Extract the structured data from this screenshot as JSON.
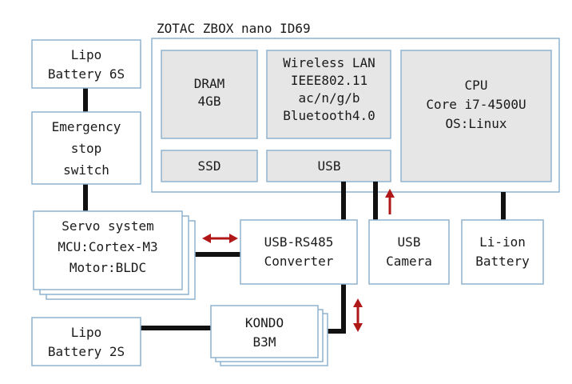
{
  "title": "ZOTAC ZBOX nano ID69",
  "blocks": {
    "lipo6s": [
      "Lipo",
      "Battery 6S"
    ],
    "estop": [
      "Emergency",
      "stop",
      "switch"
    ],
    "servo": [
      "Servo system",
      "MCU:Cortex-M3",
      "Motor:BLDC"
    ],
    "lipo2s": [
      "Lipo",
      "Battery 2S"
    ],
    "dram": [
      "DRAM",
      "4GB"
    ],
    "wlan": [
      "Wireless LAN",
      "IEEE802.11",
      "ac/n/g/b",
      "Bluetooth4.0"
    ],
    "cpu": [
      "CPU",
      "Core i7-4500U",
      "",
      "OS:Linux"
    ],
    "ssd": [
      "SSD"
    ],
    "usb": [
      "USB"
    ],
    "rs485": [
      "USB-RS485",
      "Converter"
    ],
    "camera": [
      "USB",
      "Camera"
    ],
    "liion": [
      "Li-ion",
      "Battery"
    ],
    "kondo": [
      "KONDO",
      "B3M"
    ]
  },
  "colors": {
    "border": "#8fb3cf",
    "inner_fill": "#e6e6e6",
    "wire": "#111111",
    "arrow": "#b01818"
  }
}
